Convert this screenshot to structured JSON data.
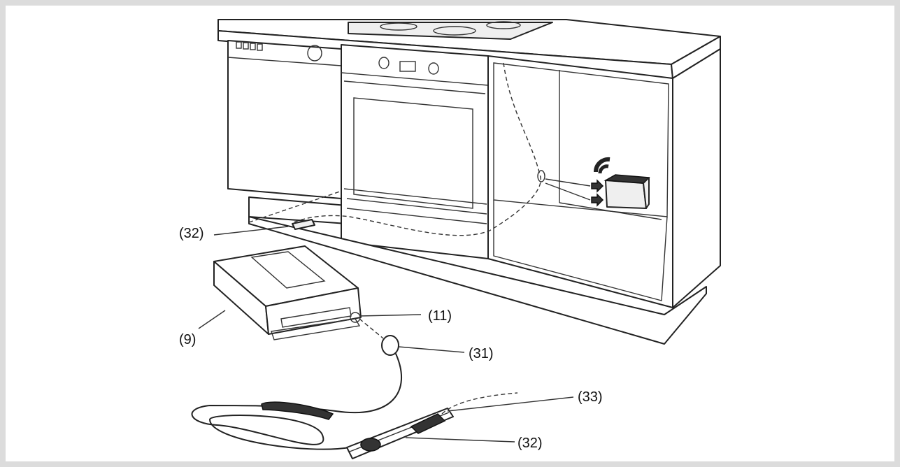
{
  "callouts": {
    "c32_top": "(32)",
    "c11": "(11)",
    "c9": "(9)",
    "c31": "(31)",
    "c33": "(33)",
    "c32_bottom": "(32)"
  }
}
